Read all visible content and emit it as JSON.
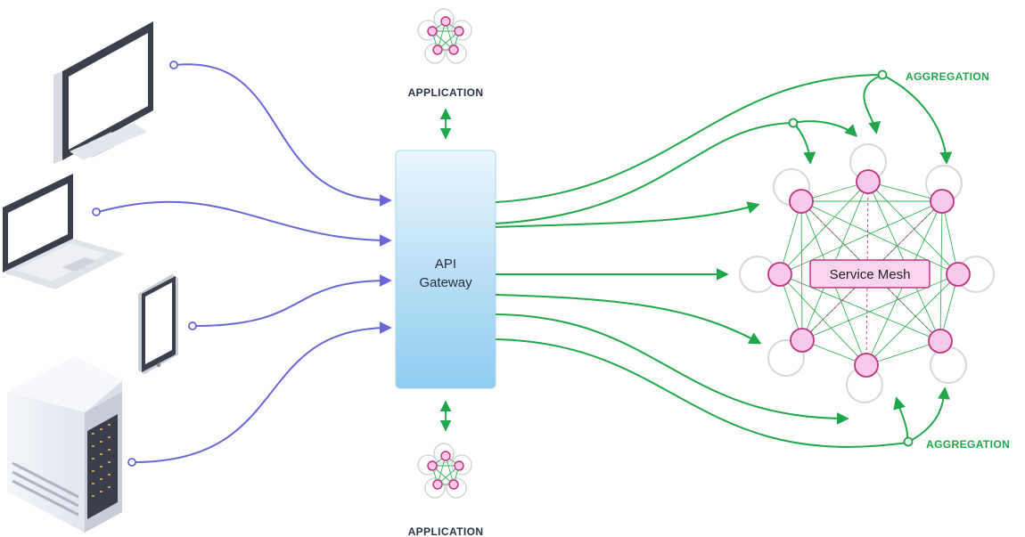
{
  "gateway": {
    "line1": "API",
    "line2": "Gateway"
  },
  "mesh": {
    "label": "Service Mesh"
  },
  "applications": {
    "top_label": "APPLICATION",
    "bottom_label": "APPLICATION"
  },
  "aggregation": {
    "top_label": "AGGREGATION",
    "bottom_label": "AGGREGATION"
  },
  "colors": {
    "client_arrows": "#6b66d8",
    "service_arrows": "#1fa84a",
    "node_fill": "#f9c8ea",
    "node_stroke": "#c0337e",
    "mesh_lines": "#35b35a",
    "gateway_top": "#e8f5fd",
    "gateway_bottom": "#8fcbef"
  },
  "icons": {
    "clients": [
      "desktop-monitor-icon",
      "laptop-icon",
      "tablet-icon",
      "server-tower-icon"
    ],
    "services": [
      "service-cluster-icon"
    ]
  }
}
